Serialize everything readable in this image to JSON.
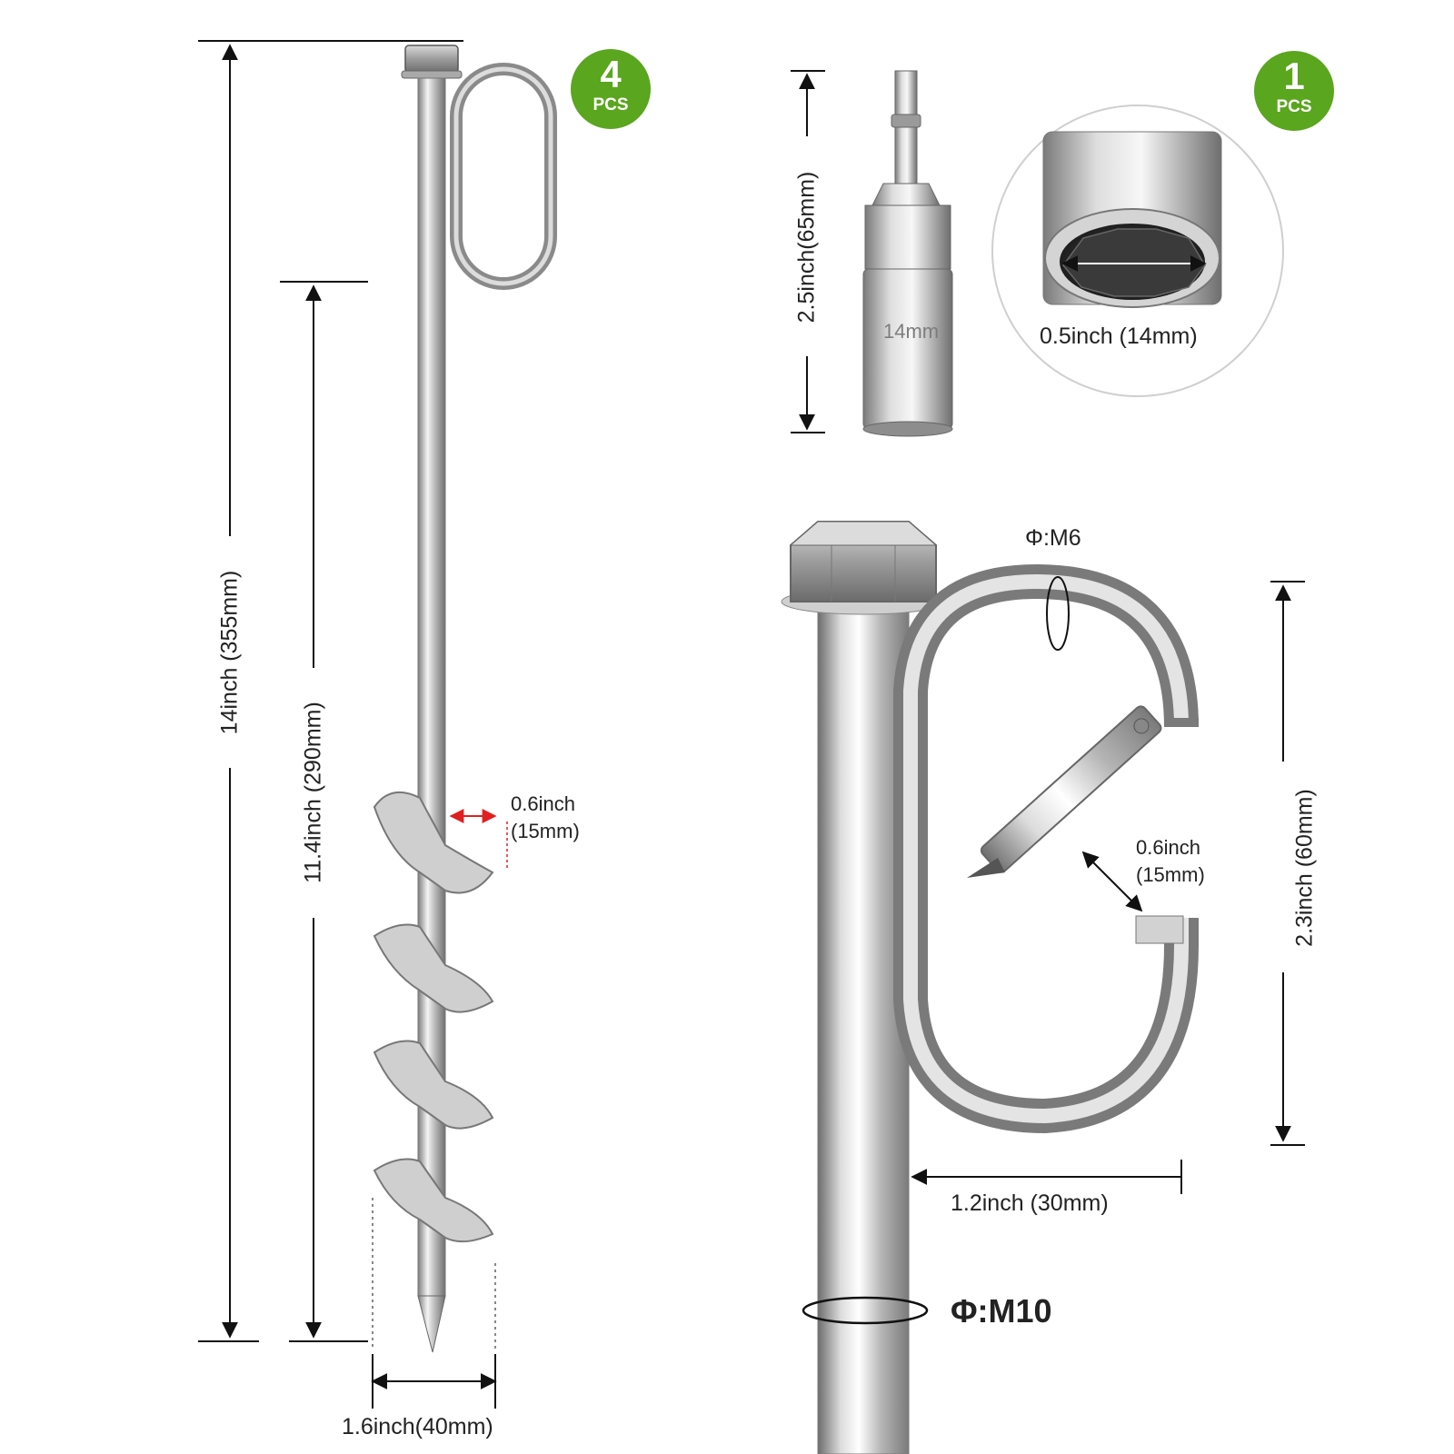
{
  "badges": {
    "anchor_count": {
      "number": "4",
      "unit": "PCS"
    },
    "socket_count": {
      "number": "1",
      "unit": "PCS"
    }
  },
  "dimensions": {
    "total_length": "14inch (355mm)",
    "spiral_length": "11.4inch (290mm)",
    "spiral_depth_line1": "0.6inch",
    "spiral_depth_line2": "(15mm)",
    "spiral_width": "1.6inch(40mm)",
    "socket_length": "2.5inch(65mm)",
    "socket_size": "0.5inch (14mm)",
    "socket_engraving": "14mm",
    "ring_diameter": "Φ:M6",
    "gate_gap_line1": "0.6inch",
    "gate_gap_line2": "(15mm)",
    "ring_height": "2.3inch (60mm)",
    "ring_width": "1.2inch (30mm)",
    "rod_diameter": "Φ:M10"
  },
  "colors": {
    "badge_green": "#5aa61e",
    "dimension_line": "#111111",
    "depth_marker_red": "#e02020",
    "metal_light": "#e8e8e8",
    "metal_dark": "#8a8a8a"
  }
}
